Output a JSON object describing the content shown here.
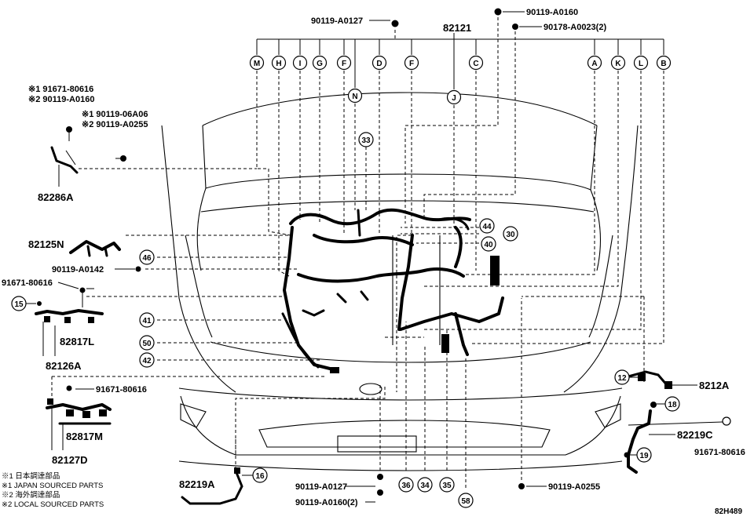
{
  "diagram_code": "82H489",
  "main_part": "82121",
  "top_callouts": {
    "c1": "90119-A0127",
    "c2": "90119-A0160",
    "c3": "90178-A0023(2)"
  },
  "letters": {
    "M": "M",
    "H": "H",
    "I": "I",
    "G": "G",
    "F1": "F",
    "N": "N",
    "D": "D",
    "F2": "F",
    "J": "J",
    "C": "C",
    "A": "A",
    "K": "K",
    "L": "L",
    "B": "B"
  },
  "left_parts": {
    "alt_a_1": "※1 91671-80616",
    "alt_a_2": "※2 90119-A0160",
    "alt_b_1": "※1 90119-06A06",
    "alt_b_2": "※2 90119-A0255",
    "p82286A": "82286A",
    "p82125N": "82125N",
    "p90119A0142": "90119-A0142",
    "p91671_80616_a": "91671-80616",
    "p82817L": "82817L",
    "p82126A": "82126A",
    "p91671_80616_b": "91671-80616",
    "p82817M": "82817M",
    "p82127D": "82127D",
    "p82219A": "82219A"
  },
  "right_parts": {
    "p8212A": "8212A",
    "p82219C": "82219C",
    "p91671_80616_c": "91671-80616"
  },
  "bottom_parts": {
    "b1": "90119-A0127",
    "b2": "90119-A0160(2)",
    "b3": "90119-A0255"
  },
  "circled": {
    "n33": "33",
    "n44": "44",
    "n30": "30",
    "n40": "40",
    "n46": "46",
    "n15": "15",
    "n41": "41",
    "n50": "50",
    "n42": "42",
    "n12": "12",
    "n18": "18",
    "n19": "19",
    "n16": "16",
    "n36": "36",
    "n34": "34",
    "n35": "35",
    "n58": "58"
  },
  "legend": {
    "l1": "※1 日本調達部品",
    "l2": "※1 JAPAN SOURCED PARTS",
    "l3": "※2 海外調達部品",
    "l4": "※2 LOCAL SOURCED PARTS"
  }
}
